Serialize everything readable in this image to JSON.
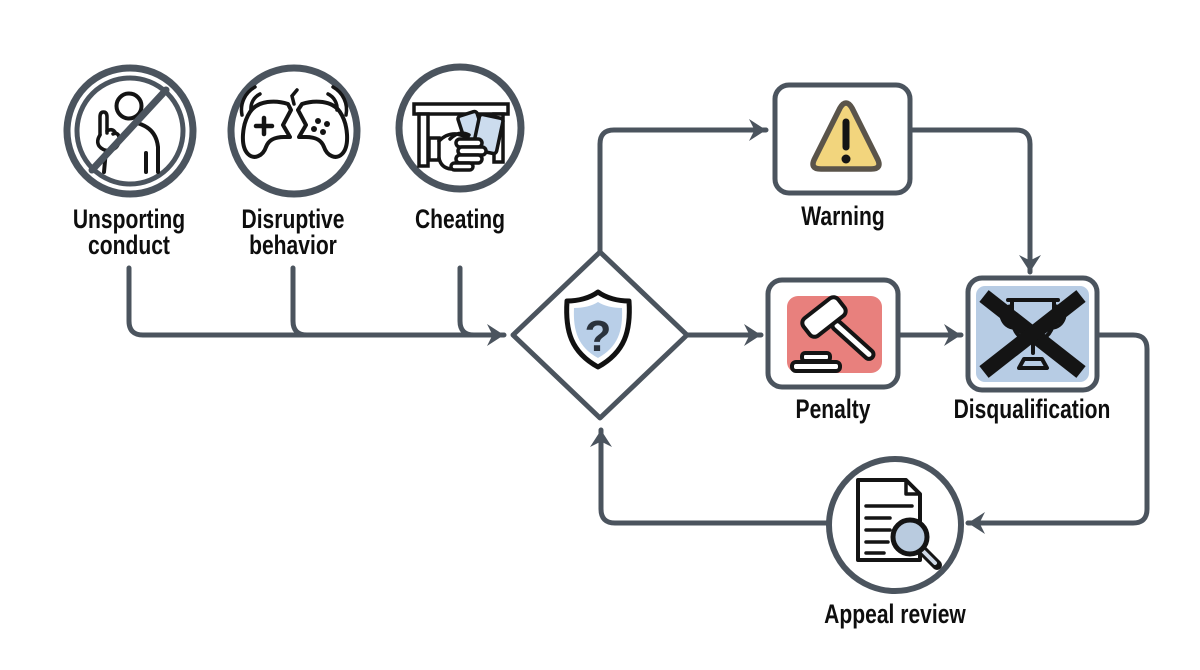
{
  "flowchart": {
    "background": "#ffffff",
    "colors": {
      "connector": "#4b545e",
      "icon_stroke": "#141414",
      "text": "#0e0e0e",
      "node_fill": "#ffffff",
      "shield_fill": "#b9cfe8",
      "question_color": "#2a323c",
      "warning_fill": "#f2d57d",
      "warning_stroke": "#5a544a",
      "penalty_fill": "#e8807d",
      "disqualification_fill": "#b7cce4",
      "lens_fill": "#b9cbdf",
      "cards_fill": "#ccdcee"
    },
    "causes": [
      {
        "id": "unsporting",
        "label": "Unsporting conduct",
        "lines": [
          "Unsporting",
          "conduct"
        ],
        "icon": "no-rude-gesture-icon"
      },
      {
        "id": "disruptive",
        "label": "Disruptive behavior",
        "lines": [
          "Disruptive",
          "behavior"
        ],
        "icon": "broken-controller-icon"
      },
      {
        "id": "cheating",
        "label": "Cheating",
        "lines": [
          "Cheating",
          ""
        ],
        "icon": "card-under-table-icon"
      }
    ],
    "decision": {
      "id": "conduct-review-decision",
      "symbol": "?",
      "icon": "shield-question-icon"
    },
    "outcomes": [
      {
        "id": "warning",
        "label": "Warning",
        "icon": "warning-triangle-icon"
      },
      {
        "id": "penalty",
        "label": "Penalty",
        "icon": "gavel-icon"
      },
      {
        "id": "disqualification",
        "label": "Disqualification",
        "icon": "trophy-crossed-icon"
      }
    ],
    "appeal": {
      "id": "appeal-review",
      "label": "Appeal review",
      "icon": "document-magnifier-icon"
    },
    "edges": [
      {
        "from": "unsporting",
        "to": "decision"
      },
      {
        "from": "disruptive",
        "to": "decision"
      },
      {
        "from": "cheating",
        "to": "decision"
      },
      {
        "from": "decision",
        "to": "warning"
      },
      {
        "from": "decision",
        "to": "penalty"
      },
      {
        "from": "warning",
        "to": "disqualification"
      },
      {
        "from": "penalty",
        "to": "disqualification"
      },
      {
        "from": "disqualification",
        "to": "appeal-review"
      },
      {
        "from": "appeal-review",
        "to": "decision"
      }
    ]
  }
}
